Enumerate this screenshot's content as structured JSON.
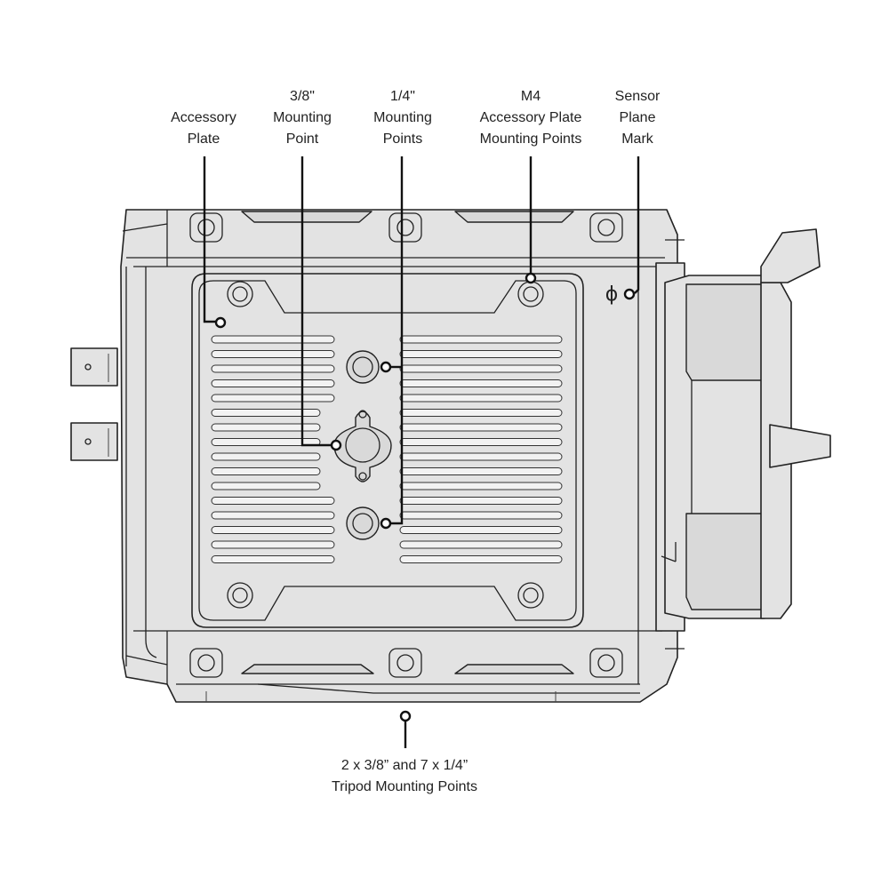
{
  "callouts": {
    "accessory_plate": [
      "Accessory",
      "Plate"
    ],
    "mount_38": [
      "3/8\"",
      "Mounting",
      "Point"
    ],
    "mount_14": [
      "1/4\"",
      "Mounting",
      "Points"
    ],
    "m4": [
      "M4",
      "Accessory Plate",
      "Mounting Points"
    ],
    "sensor": [
      "Sensor",
      "Plane",
      "Mark"
    ],
    "tripod": [
      "2 x 3/8” and 7 x 1/4”",
      "Tripod Mounting Points"
    ]
  },
  "sensor_symbol": "ϕ"
}
